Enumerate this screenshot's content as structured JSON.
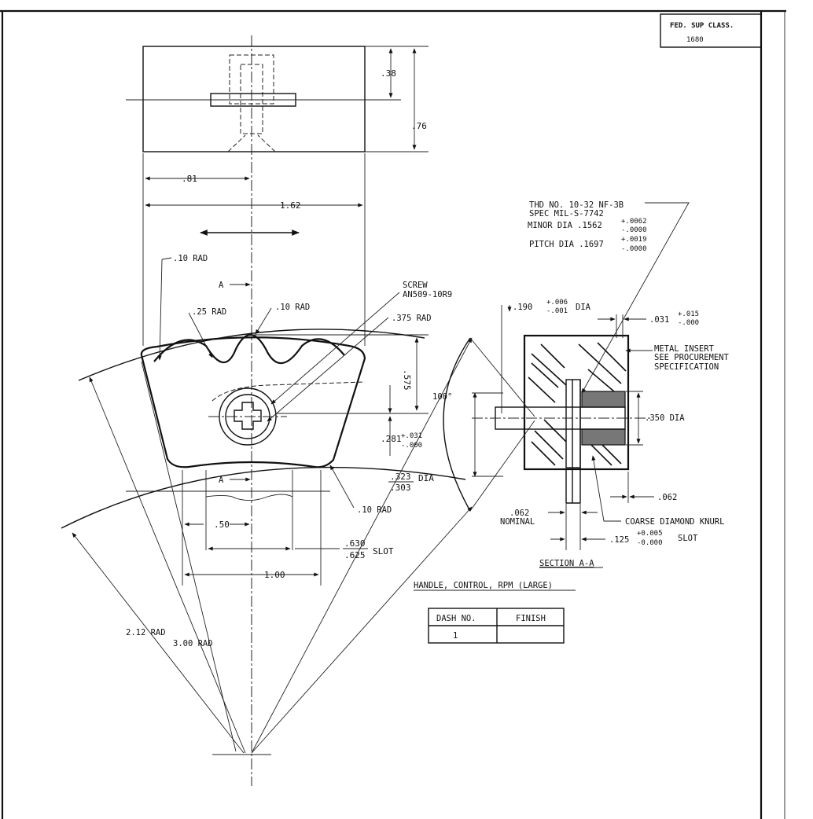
{
  "fed_sup_class": {
    "label": "FED. SUP CLASS.",
    "value": "1680"
  },
  "top_view": {
    "dim_height_small": ".38",
    "dim_height_total": ".76"
  },
  "front_view": {
    "dim_half_width": ".81",
    "dim_total_width": "1.62",
    "rad_top_left": ".10 RAD",
    "rad_groove": ".25 RAD",
    "rad_top_center": ".10 RAD",
    "rad_hole": ".375 RAD",
    "section_mark_top": "A",
    "section_mark_bottom": "A",
    "screw_label": "SCREW",
    "screw_part": "AN509-10R9",
    "dim_height": ".575",
    "dim_screw_offset": ".281",
    "dim_screw_offset_plus": "+.031",
    "dim_screw_offset_minus": "-.000",
    "dim_dia_top": ".323",
    "dim_dia_bottom": ".303",
    "dim_dia_suffix": "DIA",
    "rad_bottom": ".10 RAD",
    "dim_half_slot": ".50",
    "dim_slot_top": ".630",
    "dim_slot_bottom": ".625",
    "dim_slot_suffix": "SLOT",
    "dim_width_bottom": "1.00",
    "rad_small": "2.12 RAD",
    "rad_large": "3.00 RAD",
    "angle": "100°"
  },
  "section_view": {
    "thread_line1": "THD NO. 10-32 NF-3B",
    "thread_line2": "SPEC MIL-S-7742",
    "minor_dia": "MINOR DIA .1562",
    "minor_plus": "+.0062",
    "minor_minus": "-.0000",
    "pitch_dia": "PITCH DIA .1697",
    "pitch_plus": "+.0019",
    "pitch_minus": "-.0000",
    "bore_dia": ".190",
    "bore_plus": "+.006",
    "bore_minus": "-.001",
    "bore_suffix": "DIA",
    "edge_dim": ".031",
    "edge_plus": "+.015",
    "edge_minus": "-.000",
    "insert_line1": "METAL INSERT",
    "insert_line2": "SEE PROCUREMENT",
    "insert_line3": "SPECIFICATION",
    "dia_350": ".350 DIA",
    "dim_062": ".062",
    "nominal_value": ".062",
    "nominal_label": "NOMINAL",
    "knurl": "COARSE DIAMOND KNURL",
    "slot_width": ".125",
    "slot_plus": "+0.005",
    "slot_minus": "-0.000",
    "slot_suffix": "SLOT",
    "section_title": "SECTION A-A"
  },
  "part_title": "HANDLE, CONTROL, RPM (LARGE)",
  "dash_table": {
    "headers": [
      "DASH NO.",
      "FINISH"
    ],
    "rows": [
      [
        "1",
        ""
      ]
    ]
  }
}
